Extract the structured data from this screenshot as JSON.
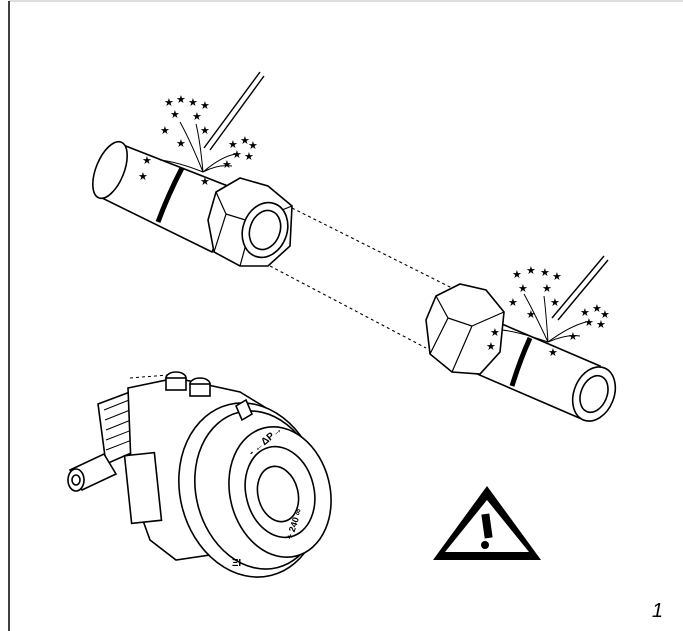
{
  "page": {
    "number": "1"
  },
  "valve": {
    "dial_label": "- ←ΔP→",
    "dial_label_2": "+ 240 ∞",
    "brand_mark": "ΞI"
  },
  "warning": {
    "icon": "warning-triangle-icon",
    "symbol": "!"
  },
  "colors": {
    "line": "#000000",
    "background": "#ffffff",
    "frame": "#b0b0b0"
  }
}
